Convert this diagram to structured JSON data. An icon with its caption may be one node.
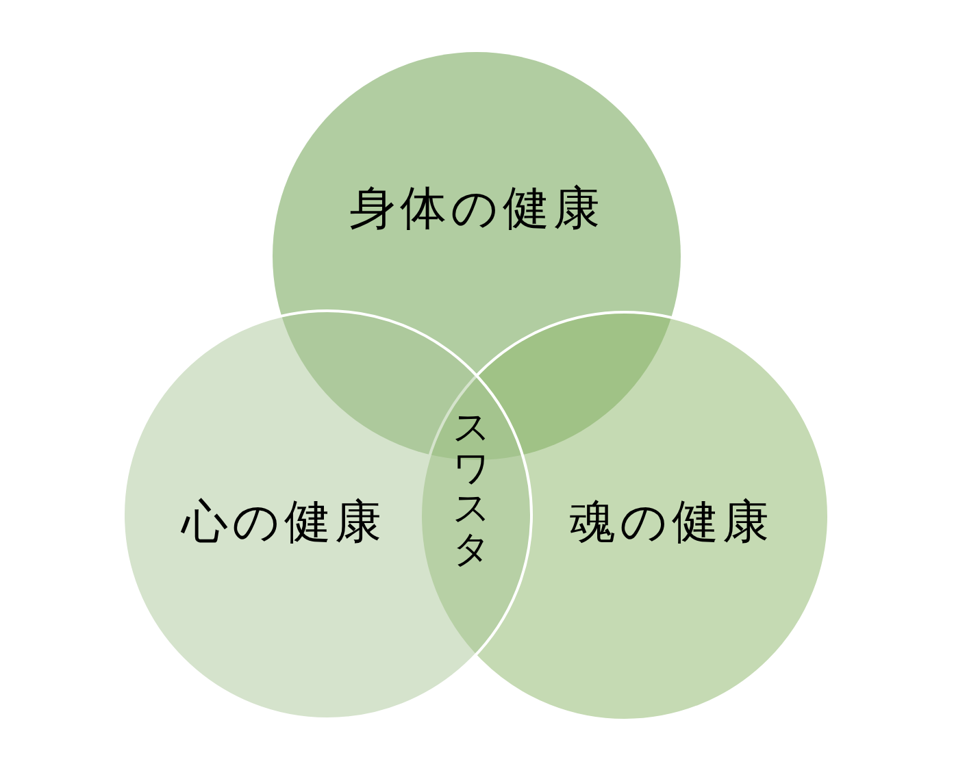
{
  "diagram": {
    "nodes": [
      {
        "text": [
          "身体の健康"
        ]
      },
      {
        "text": [
          "心の健康"
        ]
      },
      {
        "text": [
          "魂の健康"
        ]
      }
    ],
    "labels": [
      "スワスタ"
    ]
  }
}
